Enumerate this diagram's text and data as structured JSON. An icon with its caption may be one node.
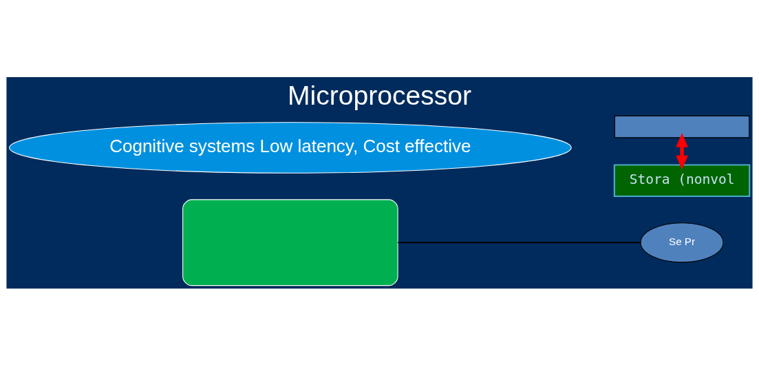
{
  "diagram": {
    "title": "Microprocessor",
    "nodes": [
      {
        "text": [],
        "shape": "box"
      },
      {
        "text": [
          "Cognitive systems Low latency, Cost effective"
        ]
      },
      {
        "text": [
          "Se Pr"
        ]
      },
      {
        "text": [],
        "shape": "bar"
      },
      {
        "text": [
          "Stora (nonvol"
        ]
      }
    ],
    "edges": [
      {
        "from": 0,
        "to": 2,
        "arrow": "none"
      },
      {
        "from": 3,
        "to": 4,
        "arrow": "both",
        "style": "thick",
        "color": "#ff0000"
      }
    ]
  }
}
